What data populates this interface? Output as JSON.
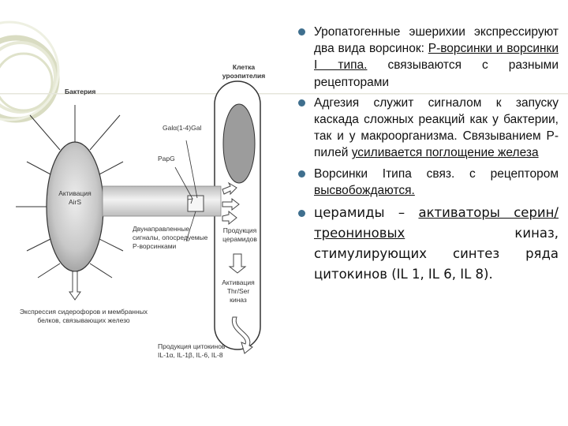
{
  "diagram": {
    "labels": {
      "cell": "Клетка\nуроэпителия",
      "bacterium": "Бактерия",
      "receptor": "Galα(1-4)Gal",
      "papg": "PapG",
      "activation_airs": "Активация\nAirS",
      "bidirectional": "Двунаправленные\nсигналы, опосредуемые\nP-ворсинками",
      "ceramide": "Продукция\nцерамидов",
      "kinase": "Активация\nThr/Ser\nкиназ",
      "expression": "Экспрессия сидерофоров и мембранных\nбелков, связывающих железо",
      "cytokines": "Продукция цитокинов\nIL-1α, IL-1β, IL-6, IL-8"
    }
  },
  "bullets": [
    {
      "parts": [
        {
          "t": "Уропатогенные эшерихии экспрессируют два вида ворсинок: ",
          "u": false
        },
        {
          "t": "P-ворсинки и ворсинки I типа.",
          "u": true
        },
        {
          "t": " связываются с разными рецепторами",
          "u": false
        }
      ]
    },
    {
      "parts": [
        {
          "t": "Адгезия служит сигналом к запуску каскада сложных реакций как у бактерии, так и у макроорганизма. Связыванием Р-пилей ",
          "u": false
        },
        {
          "t": "усиливается поглощение железа",
          "u": true
        }
      ]
    },
    {
      "parts": [
        {
          "t": "Ворсинки Iтипа связ. с рецептором ",
          "u": false
        },
        {
          "t": "высвобождаются.",
          "u": true
        }
      ]
    },
    {
      "big": true,
      "parts": [
        {
          "t": "церамиды – ",
          "u": false
        },
        {
          "t": "активаторы серин/треониновых",
          "u": true
        },
        {
          "t": " киназ, стимулирующих синтез ряда цитокинов (IL 1, IL 6, IL 8).",
          "u": false
        }
      ]
    }
  ]
}
